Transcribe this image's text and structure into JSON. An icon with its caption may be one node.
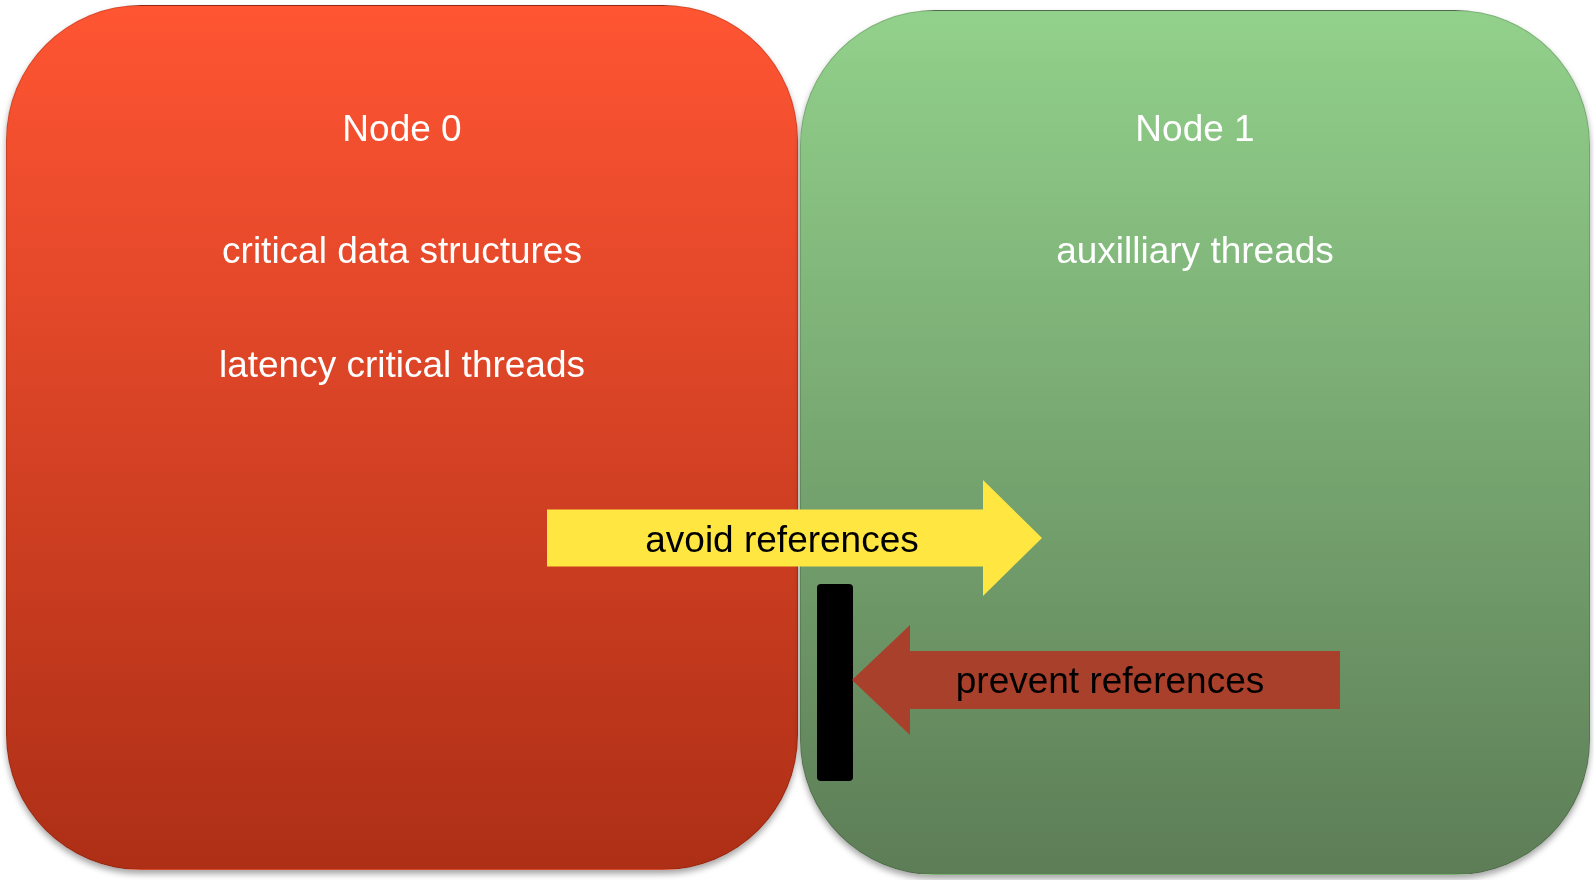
{
  "diagram": {
    "nodes": [
      {
        "text": [
          "Node 0",
          "critical data structures",
          "latency critical threads"
        ]
      },
      {
        "text": [
          "Node 1",
          "auxilliary threads"
        ]
      },
      {
        "text": [],
        "shape": "bar",
        "in": 1
      }
    ],
    "edges": [
      {
        "from": 0,
        "to": 1,
        "arrow": "to",
        "label": "avoid references",
        "color": "#ffe640"
      },
      {
        "from": null,
        "to": 2,
        "arrow": "to",
        "label": "prevent references",
        "color": "#a8402c"
      }
    ]
  }
}
